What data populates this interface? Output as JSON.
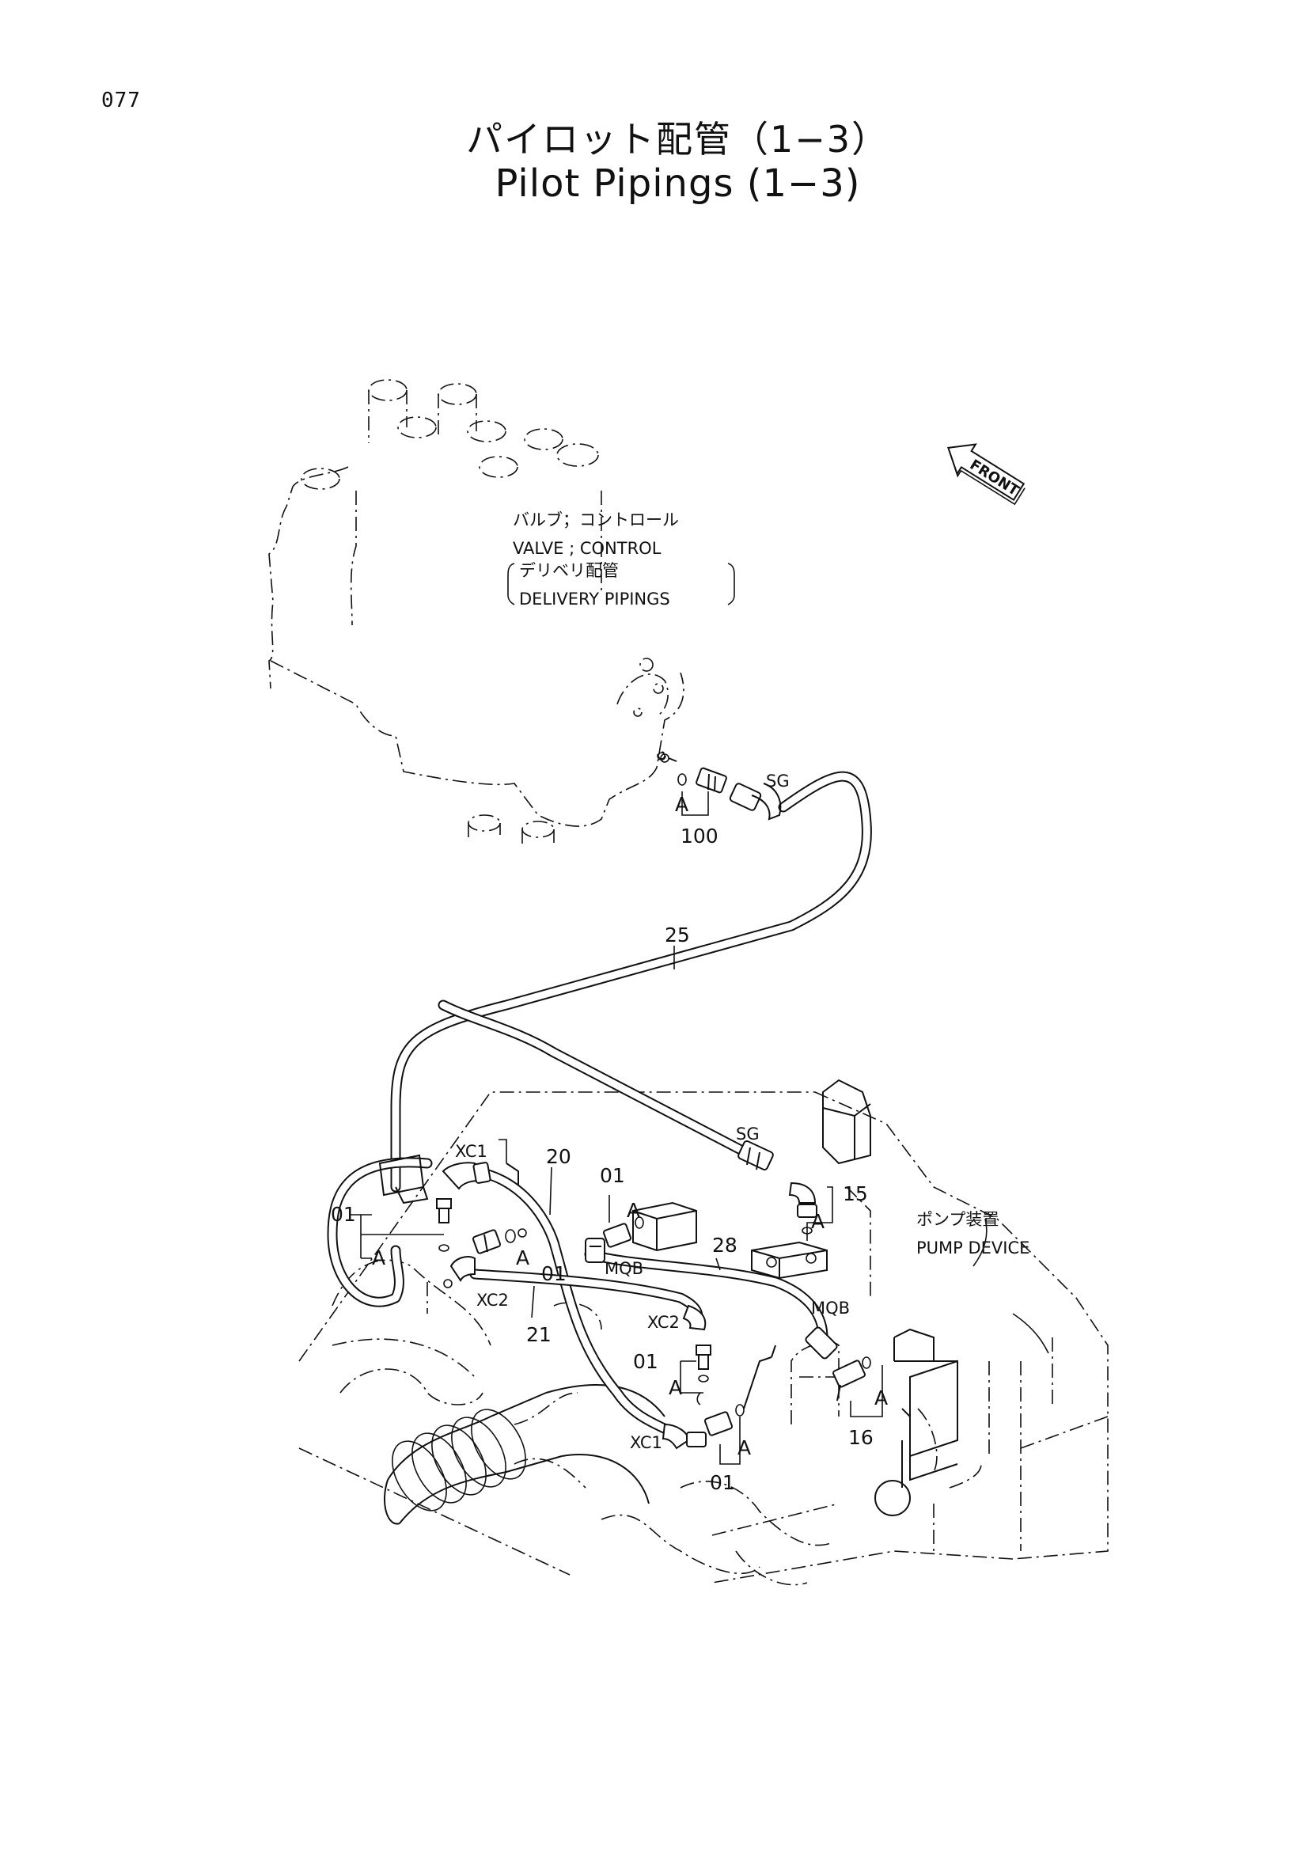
{
  "page_number": "077",
  "title": {
    "jp": "パイロット配管（1−3）",
    "en": "Pilot Pipings (1−3)"
  },
  "labels": {
    "valve_jp": "バルブ；コントロール",
    "valve_en": "VALVE ; CONTROL",
    "delivery_jp": "デリベリ配管",
    "delivery_en": "DELIVERY PIPINGS",
    "pump_jp": "ポンプ装置",
    "pump_en": "PUMP DEVICE",
    "front": "FRONT"
  },
  "part_numbers": [
    "100",
    "25",
    "20",
    "21",
    "28",
    "15",
    "16",
    "01"
  ],
  "port_codes": [
    "SG",
    "XC1",
    "XC2",
    "MQB"
  ],
  "detail_letter": "A"
}
